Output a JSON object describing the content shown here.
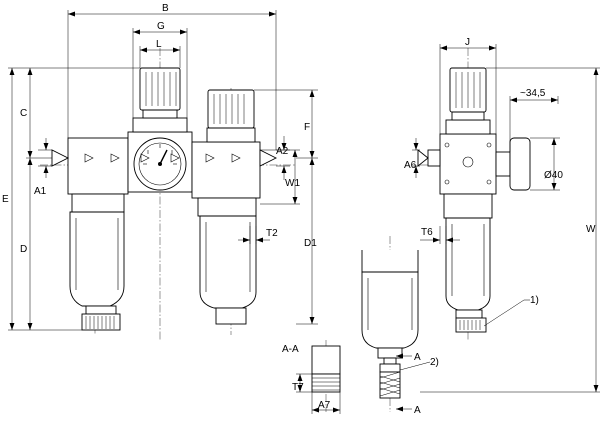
{
  "dimensions": {
    "B": "B",
    "G": "G",
    "L": "L",
    "C": "C",
    "E": "E",
    "D": "D",
    "A1": "A1",
    "A2": "A2",
    "F": "F",
    "W1": "W1",
    "T2": "T2",
    "D1": "D1",
    "J": "J",
    "approx_34_5": "~34,5",
    "A6": "A6",
    "dia_40": "Ø40",
    "T6": "T6",
    "W": "W",
    "T7": "T7",
    "A7": "A7"
  },
  "section": {
    "title": "A-A",
    "marker": "A"
  },
  "callouts": {
    "one": "1)",
    "two": "2)"
  }
}
